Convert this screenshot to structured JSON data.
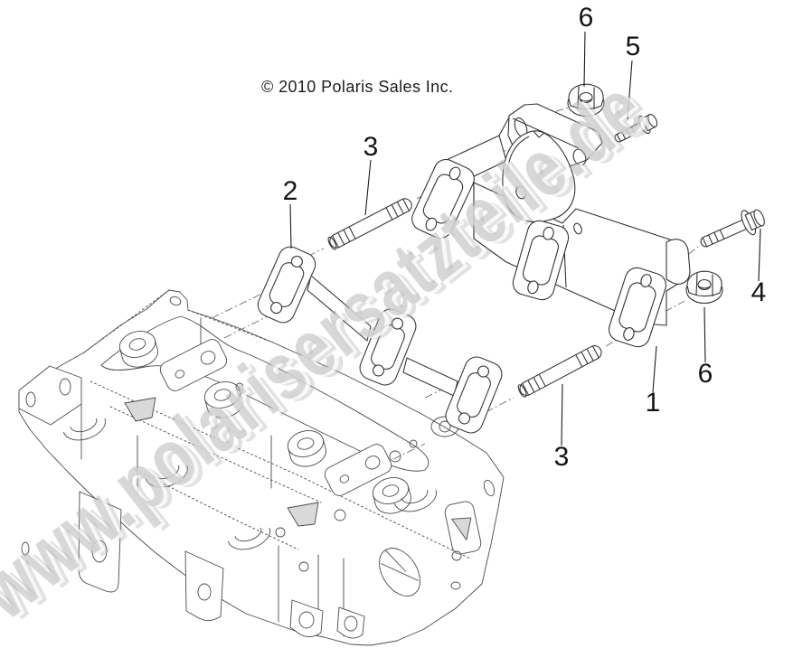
{
  "copyright": "© 2010 Polaris Sales Inc.",
  "watermark": {
    "text": "www.polarisersatzteile.de"
  },
  "callouts": [
    {
      "id": "callout-6-top",
      "label": "6"
    },
    {
      "id": "callout-5",
      "label": "5"
    },
    {
      "id": "callout-3-upper-stud",
      "label": "3"
    },
    {
      "id": "callout-2-gasket",
      "label": "2"
    },
    {
      "id": "callout-4-bolt",
      "label": "4"
    },
    {
      "id": "callout-6-right",
      "label": "6"
    },
    {
      "id": "callout-1-manifold",
      "label": "1"
    },
    {
      "id": "callout-3-lower-stud",
      "label": "3"
    }
  ],
  "colors": {
    "line": "#3c3c3c",
    "label": "#141414",
    "watermark": "#c8c8c8",
    "background": "#ffffff"
  }
}
